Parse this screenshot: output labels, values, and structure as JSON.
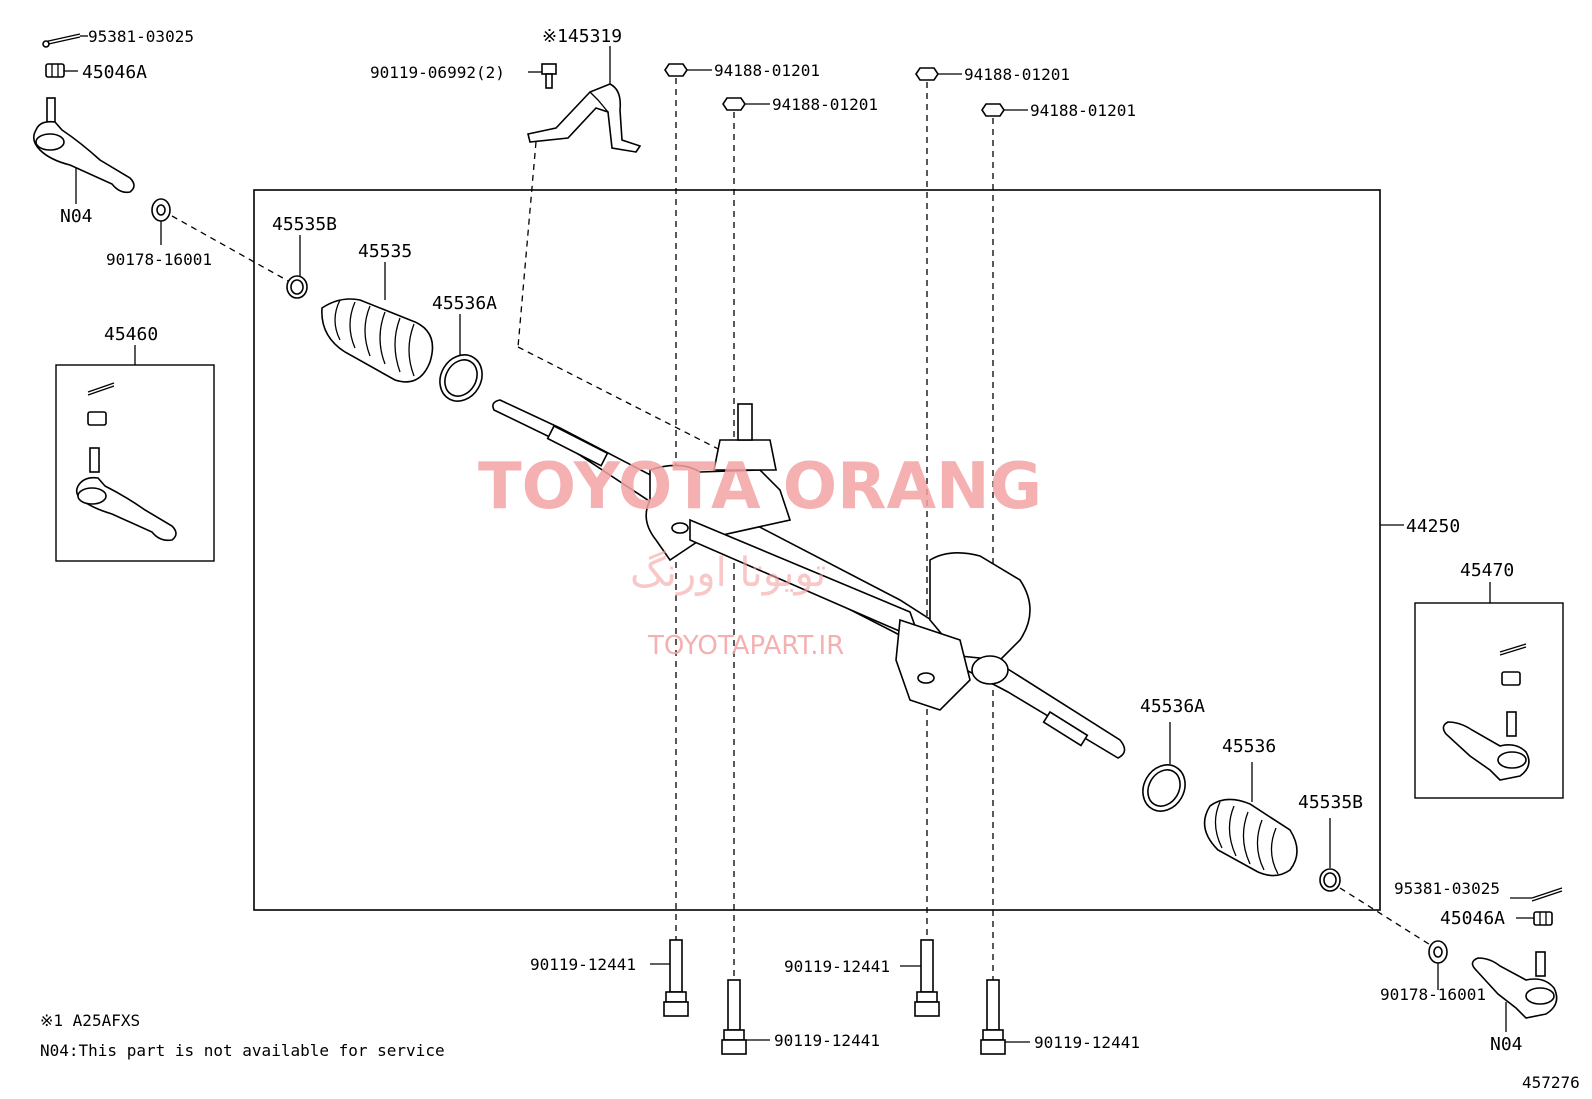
{
  "parts": {
    "cotter_pin_top_left": "95381-03025",
    "nut_top_left": "45046A",
    "tie_rod_end_top_left_note": "N04",
    "bushing_left": "90178-16001",
    "clamp_left": "45535B",
    "boot_left": "45535",
    "band_left": "45536A",
    "tie_rod_end_kit_left": "45460",
    "bracket": "※145319",
    "bolt_bracket": "90119-06992(2)",
    "nut_1": "94188-01201",
    "nut_2": "94188-01201",
    "nut_3": "94188-01201",
    "nut_4": "94188-01201",
    "gear_assembly": "44250",
    "tie_rod_end_kit_right": "45470",
    "band_right": "45536A",
    "boot_right": "45536",
    "clamp_right": "45535B",
    "cotter_pin_right": "95381-03025",
    "nut_right": "45046A",
    "bushing_right": "90178-16001",
    "tie_rod_end_right_note": "N04",
    "bolt_1": "90119-12441",
    "bolt_2": "90119-12441",
    "bolt_3": "90119-12441",
    "bolt_4": "90119-12441"
  },
  "notes": {
    "footnote_1": "※1 A25AFXS",
    "footnote_2": "N04:This part is not available for service"
  },
  "diagram_id": "457276",
  "watermark": {
    "main": "TOYOTA ORANG",
    "persian": "تویوتا اورنگ",
    "site": "TOYOTAPART.IR"
  }
}
